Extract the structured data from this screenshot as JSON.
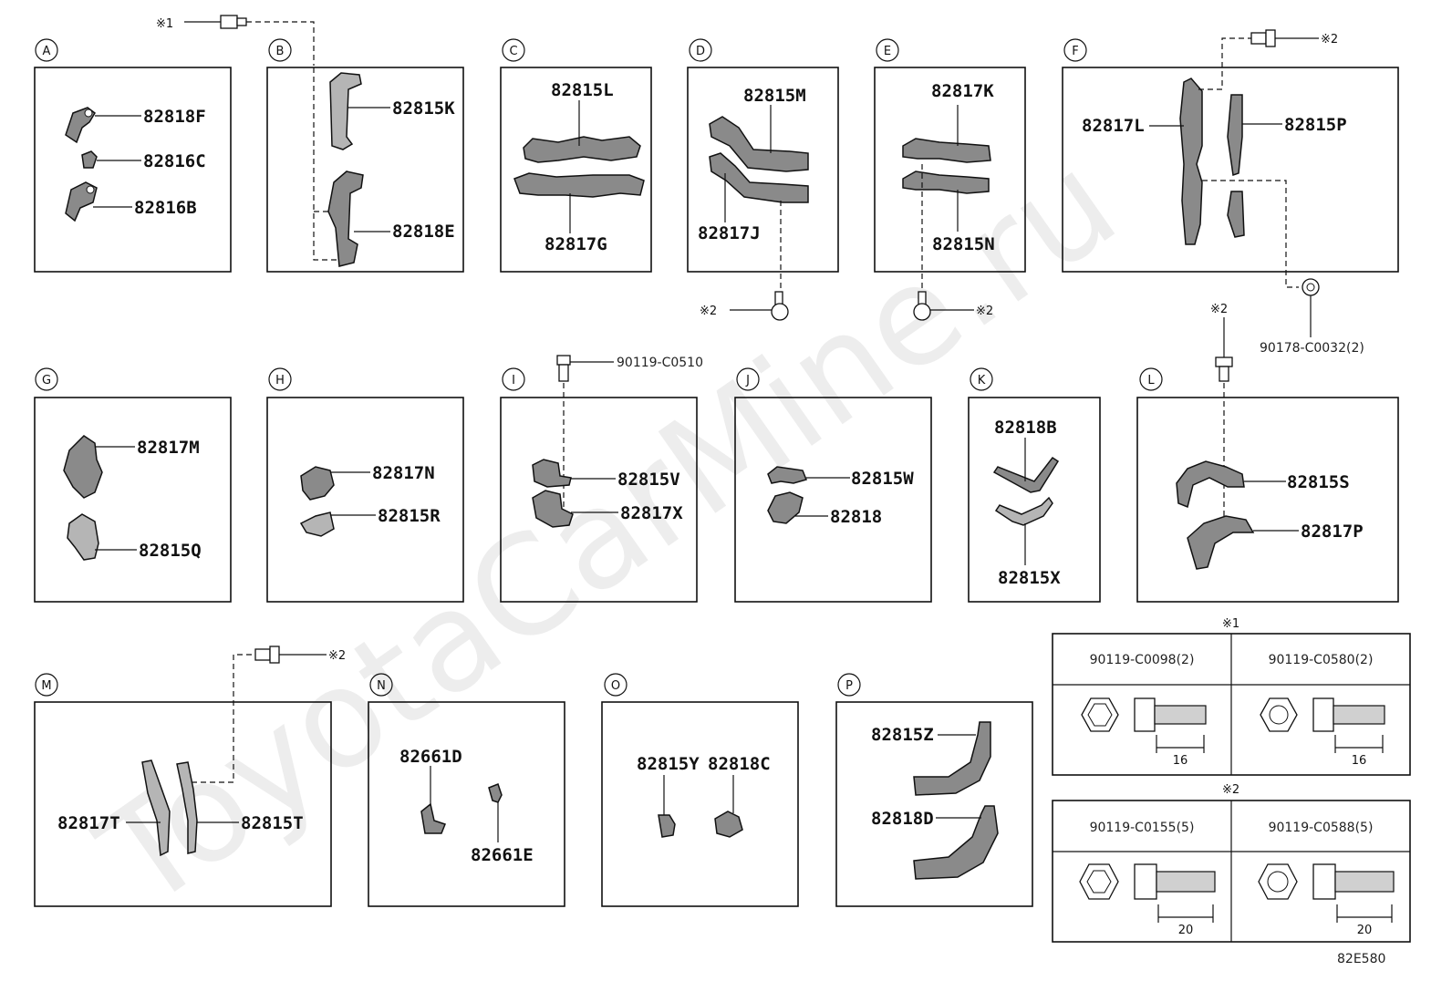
{
  "watermark": "ToyotaCarMine.ru",
  "figure_code": "82E580",
  "note_symbols": {
    "n1": "※1",
    "n2": "※2"
  },
  "boxes": {
    "A": {
      "letter": "A",
      "parts": [
        "82818F",
        "82816C",
        "82816B"
      ]
    },
    "B": {
      "letter": "B",
      "parts": [
        "82815K",
        "82818E"
      ]
    },
    "C": {
      "letter": "C",
      "parts": [
        "82815L",
        "82817G"
      ]
    },
    "D": {
      "letter": "D",
      "parts": [
        "82815M",
        "82817J"
      ]
    },
    "E": {
      "letter": "E",
      "parts": [
        "82817K",
        "82815N"
      ]
    },
    "F": {
      "letter": "F",
      "parts": [
        "82817L",
        "82815P"
      ]
    },
    "G": {
      "letter": "G",
      "parts": [
        "82817M",
        "82815Q"
      ]
    },
    "H": {
      "letter": "H",
      "parts": [
        "82817N",
        "82815R"
      ]
    },
    "I": {
      "letter": "I",
      "parts": [
        "82815V",
        "82817X"
      ]
    },
    "J": {
      "letter": "J",
      "parts": [
        "82815W",
        "82818"
      ]
    },
    "K": {
      "letter": "K",
      "parts": [
        "82818B",
        "82815X"
      ]
    },
    "L": {
      "letter": "L",
      "parts": [
        "82815S",
        "82817P"
      ]
    },
    "M": {
      "letter": "M",
      "parts": [
        "82817T",
        "82815T"
      ]
    },
    "N": {
      "letter": "N",
      "parts": [
        "82661D",
        "82661E"
      ]
    },
    "O": {
      "letter": "O",
      "parts": [
        "82815Y",
        "82818C"
      ]
    },
    "P": {
      "letter": "P",
      "parts": [
        "82815Z",
        "82818D"
      ]
    }
  },
  "fasteners": {
    "i_bolt": "90119-C0510",
    "f_nut": "90178-C0032(2)"
  },
  "legend": {
    "group1": {
      "mark": "※1",
      "items": [
        {
          "part": "90119-C0098(2)",
          "length": "16"
        },
        {
          "part": "90119-C0580(2)",
          "length": "16"
        }
      ]
    },
    "group2": {
      "mark": "※2",
      "items": [
        {
          "part": "90119-C0155(5)",
          "length": "20"
        },
        {
          "part": "90119-C0588(5)",
          "length": "20"
        }
      ]
    }
  }
}
